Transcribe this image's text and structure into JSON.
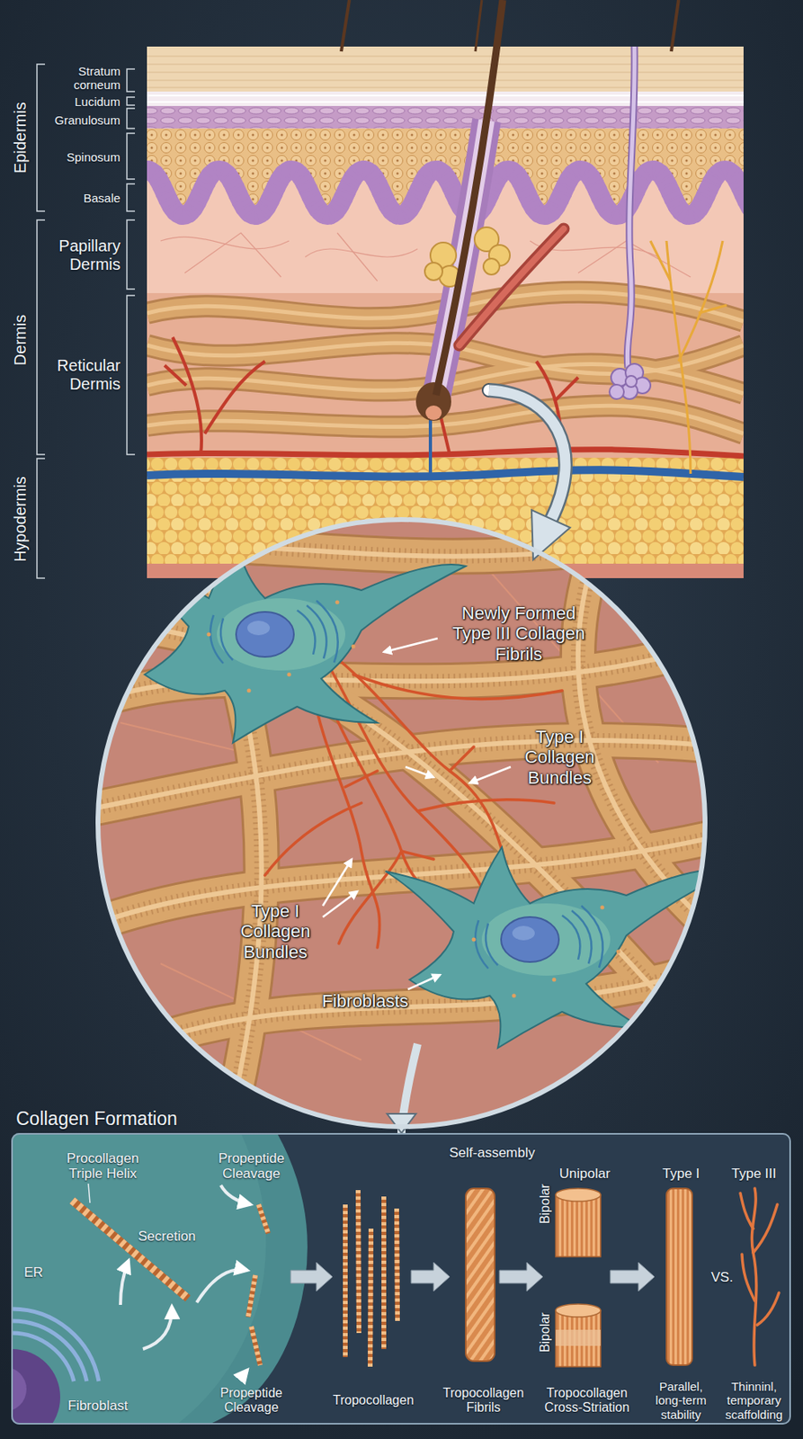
{
  "diagram": {
    "nodes": [
      {
        "text": [
          "Newly Formed Type III Collagen Fibrils",
          "Type I Collagen Bundles",
          "Type I Collagen Bundles",
          "Fibroblasts"
        ]
      },
      {
        "text": [
          "Collagen Formation",
          "Procollagen Triple Helix",
          "Propeptide Cleavage",
          "Self-assembly",
          "Unipolar",
          "Type I",
          "Type III",
          "Secretion",
          "Bipolar",
          "ER",
          "VS.",
          "Bipolar",
          "Fibroblast",
          "Propeptide Cleavage",
          "Tropocollagen",
          "Tropocollagen Fibrils",
          "Tropocollagen Cross-Striation",
          "Parallel, long-term stability",
          "Thinninl, temporary scaffolding"
        ]
      }
    ],
    "edges": [
      {
        "from": 0,
        "to": 1,
        "arrow": "to"
      }
    ],
    "labels": [
      "Stratum corneum",
      "Epidermis",
      "Lucidum",
      "Granulosum",
      "Spinosum",
      "Basale",
      "Papillary Dermis",
      "Dermis",
      "Reticular Dermis",
      "Hypodermis"
    ]
  }
}
